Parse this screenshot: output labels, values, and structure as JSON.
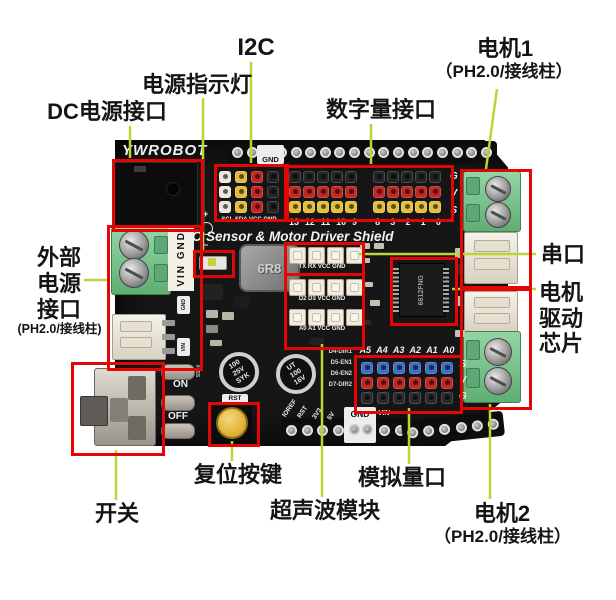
{
  "colors": {
    "highlight_red": "#e60505",
    "callout_line_green": "#b9d53a",
    "board_black": "#161616",
    "terminal_green": "#6fc087",
    "connector_cream": "#f0ebdd",
    "reset_button_yellow": "#e9bc3e",
    "i2c_cols": [
      "#ece7db",
      "#e3bc3c",
      "#c32723",
      "#232323"
    ],
    "digital_rows": [
      "#242424",
      "#c32723",
      "#e3c03c"
    ],
    "analog_rows": [
      "#3d6cc0",
      "#c32723",
      "#2a2a2a"
    ]
  },
  "callouts": {
    "dc_power": "DC电源接口",
    "power_led": "电源指示灯",
    "i2c": "I2C",
    "digital": "数字量接口",
    "motor1": "电机1",
    "motor1_sub": "（PH2.0/接线柱）",
    "ext_power_1": "外部",
    "ext_power_2": "电源",
    "ext_power_3": "接口",
    "ext_power_sub": "(PH2.0/接线柱)",
    "serial": "串口",
    "driver_1": "电机",
    "driver_2": "驱动",
    "driver_3": "芯片",
    "switch": "开关",
    "reset": "复位按键",
    "ultrasonic": "超声波模块",
    "analog": "模拟量口",
    "motor2": "电机2",
    "motor2_sub": "（PH2.0/接线柱）"
  },
  "board": {
    "logo": "YWROBOT",
    "title": "IO Sensor & Motor Driver Shield",
    "gnd_tag_top": "GND",
    "gnd_tag_bottom": "GND",
    "i2c_pin_label": "SCL SDA VCC GND",
    "digital_left": [
      "13",
      "12",
      "11",
      "10",
      "9"
    ],
    "digital_right": [
      "8",
      "3",
      "2",
      "1",
      "0"
    ],
    "gvs_digital": [
      "G",
      "V",
      "S"
    ],
    "serial_pin_label": "TX RX VCC GND",
    "ultrasonic_pin_label1": "D2 D3 VCC GND",
    "ultrasonic_pin_label2": "A0 A1 VCC GND",
    "terminal_silk": "VIN GND",
    "ph_gnd": "GND",
    "ph_vin": "VIN",
    "inductor": "6R8",
    "cap1": [
      "100",
      "25V",
      "SYK"
    ],
    "cap2": [
      "100",
      "16V",
      "UT"
    ],
    "on": "ON",
    "off": "OFF",
    "rst_tag": "RST",
    "diode": "SS34",
    "chip_marking": "6612FNG",
    "driver_pin_labels": [
      "D4-DIR1",
      "D5-EN1",
      "D6-EN2",
      "D7-DIR2"
    ],
    "analog_labels": [
      "A5",
      "A4",
      "A3",
      "A2",
      "A1",
      "A0"
    ],
    "svg_analog": [
      "S",
      "V",
      "G"
    ],
    "bottom_angled": [
      "IOREF",
      "RST",
      "3V3",
      "5V"
    ],
    "vin_bottom": "VIN",
    "polarity_plus": "+",
    "polarity_minus": "−"
  }
}
